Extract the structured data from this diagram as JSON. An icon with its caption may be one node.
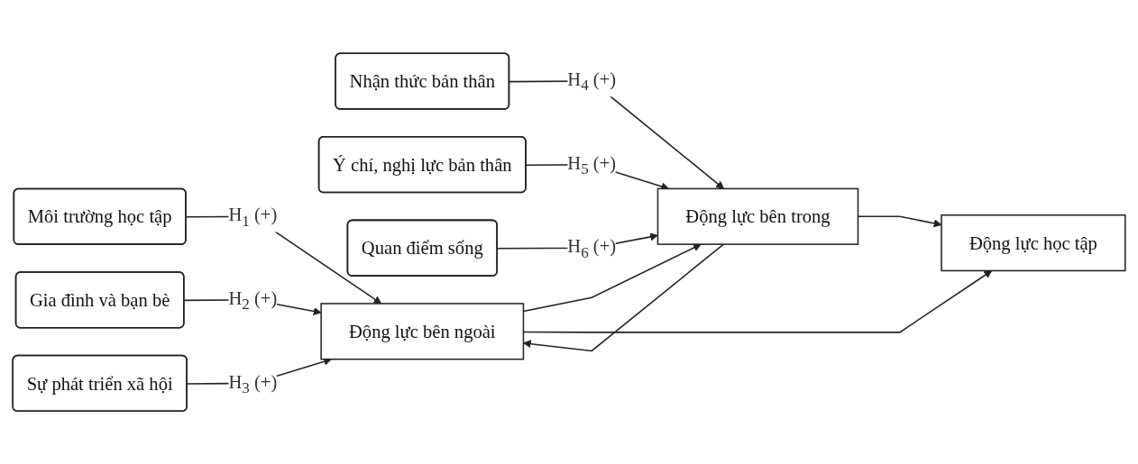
{
  "diagram": {
    "nodes": [
      {
        "text": [
          "Môi trường học tập"
        ]
      },
      {
        "text": [
          "Gia đình và bạn bè"
        ]
      },
      {
        "text": [
          "Sự phát triển xã hội"
        ]
      },
      {
        "text": [
          "Nhận thức bản thân"
        ]
      },
      {
        "text": [
          "Ý chí, nghị lực bản thân"
        ]
      },
      {
        "text": [
          "Quan điểm sống"
        ]
      },
      {
        "text": [
          "Động lực bên ngoài"
        ]
      },
      {
        "text": [
          "Động lực bên trong"
        ]
      },
      {
        "text": [
          "Động lực học tập"
        ]
      }
    ],
    "edges": [
      {
        "from": 0,
        "to": 6,
        "arrow": "to",
        "label": "H$_{1}$ (+)"
      },
      {
        "from": 1,
        "to": 6,
        "arrow": "to",
        "label": "H$_{2}$ (+)"
      },
      {
        "from": 2,
        "to": 6,
        "arrow": "to",
        "label": "H$_{3}$ (+)"
      },
      {
        "from": 3,
        "to": 7,
        "arrow": "to",
        "label": "H$_{4}$ (+)"
      },
      {
        "from": 4,
        "to": 7,
        "arrow": "to",
        "label": "H$_{5}$ (+)"
      },
      {
        "from": 5,
        "to": 7,
        "arrow": "to",
        "label": "H$_{6}$ (+)"
      },
      {
        "from": 6,
        "to": 7,
        "arrow": "to"
      },
      {
        "from": 7,
        "to": 6,
        "arrow": "to"
      },
      {
        "from": 6,
        "to": 8,
        "arrow": "to"
      },
      {
        "from": 7,
        "to": 8,
        "arrow": "to"
      }
    ]
  }
}
